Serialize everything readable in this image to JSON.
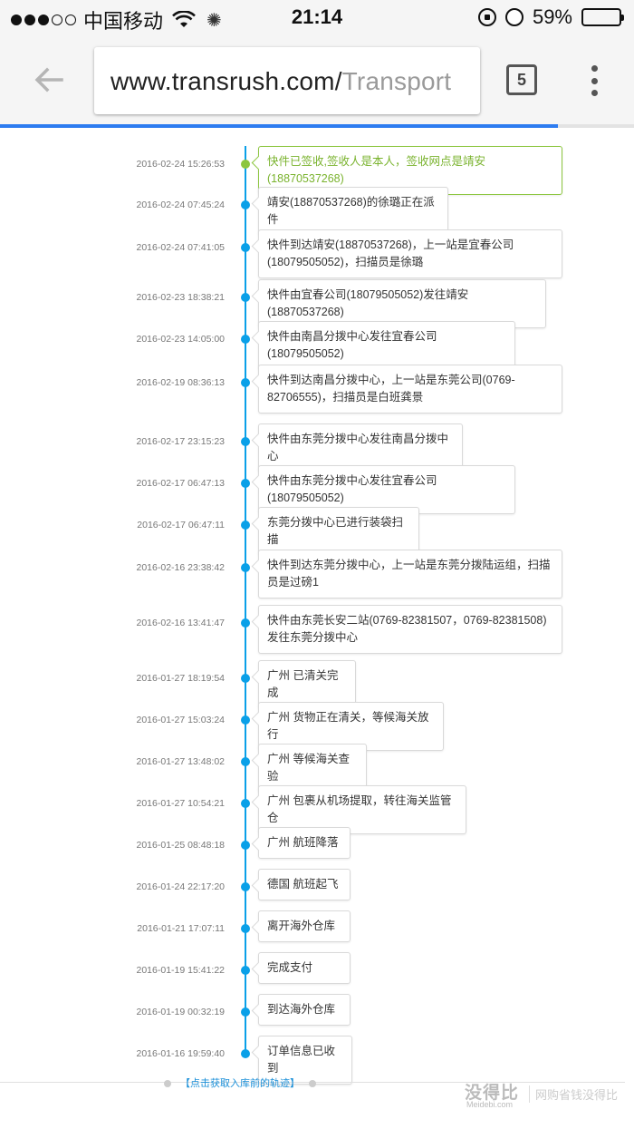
{
  "status_bar": {
    "carrier": "中国移动",
    "time": "21:14",
    "battery": "59%",
    "battery_level": 0.59
  },
  "browser": {
    "url_host": "www.transrush.com/",
    "url_path": "Transport",
    "tab_count": "5",
    "load_progress": 0.88
  },
  "timeline": {
    "events": [
      {
        "time": "2016-02-24 15:26:53",
        "text": "快件已签收,签收人是本人，签收网点是靖安(18870537268)"
      },
      {
        "time": "2016-02-24 07:45:24",
        "text": "靖安(18870537268)的徐璐正在派件"
      },
      {
        "time": "2016-02-24 07:41:05",
        "text": "快件到达靖安(18870537268)，上一站是宜春公司(18079505052)，扫描员是徐璐"
      },
      {
        "time": "2016-02-23 18:38:21",
        "text": "快件由宜春公司(18079505052)发往靖安(18870537268)"
      },
      {
        "time": "2016-02-23 14:05:00",
        "text": "快件由南昌分拨中心发往宜春公司(18079505052)"
      },
      {
        "time": "2016-02-19 08:36:13",
        "text": "快件到达南昌分拨中心，上一站是东莞公司(0769-82706555)，扫描员是白班龚景"
      },
      {
        "time": "2016-02-17 23:15:23",
        "text": "快件由东莞分拨中心发往南昌分拨中心"
      },
      {
        "time": "2016-02-17 06:47:13",
        "text": "快件由东莞分拨中心发往宜春公司(18079505052)"
      },
      {
        "time": "2016-02-17 06:47:11",
        "text": "东莞分拨中心已进行装袋扫描"
      },
      {
        "time": "2016-02-16 23:38:42",
        "text": "快件到达东莞分拨中心，上一站是东莞分拨陆运组，扫描员是过磅1"
      },
      {
        "time": "2016-02-16 13:41:47",
        "text": "快件由东莞长安二站(0769-82381507，0769-82381508)发往东莞分拨中心"
      },
      {
        "time": "2016-01-27 18:19:54",
        "text": "广州 已清关完成"
      },
      {
        "time": "2016-01-27 15:03:24",
        "text": "广州 货物正在清关，等候海关放行"
      },
      {
        "time": "2016-01-27 13:48:02",
        "text": "广州 等候海关查验"
      },
      {
        "time": "2016-01-27 10:54:21",
        "text": "广州 包裹从机场提取，转往海关监管仓"
      },
      {
        "time": "2016-01-25 08:48:18",
        "text": "广州 航班降落"
      },
      {
        "time": "2016-01-24 22:17:20",
        "text": "德国 航班起飞"
      },
      {
        "time": "2016-01-21 17:07:11",
        "text": "离开海外仓库"
      },
      {
        "time": "2016-01-19 15:41:22",
        "text": "完成支付"
      },
      {
        "time": "2016-01-19 00:32:19",
        "text": "到达海外仓库"
      },
      {
        "time": "2016-01-16 19:59:40",
        "text": "订单信息已收到"
      }
    ]
  },
  "footer": {
    "link_text": "【点击获取入库前的轨迹】",
    "watermark": "没得比",
    "watermark_sub": "Meidebi.com",
    "watermark_slogan": "网购省钱没得比"
  },
  "colors": {
    "accent": "#0aa0e8",
    "signed": "#8cc63f",
    "progress": "#2d7cf0"
  }
}
